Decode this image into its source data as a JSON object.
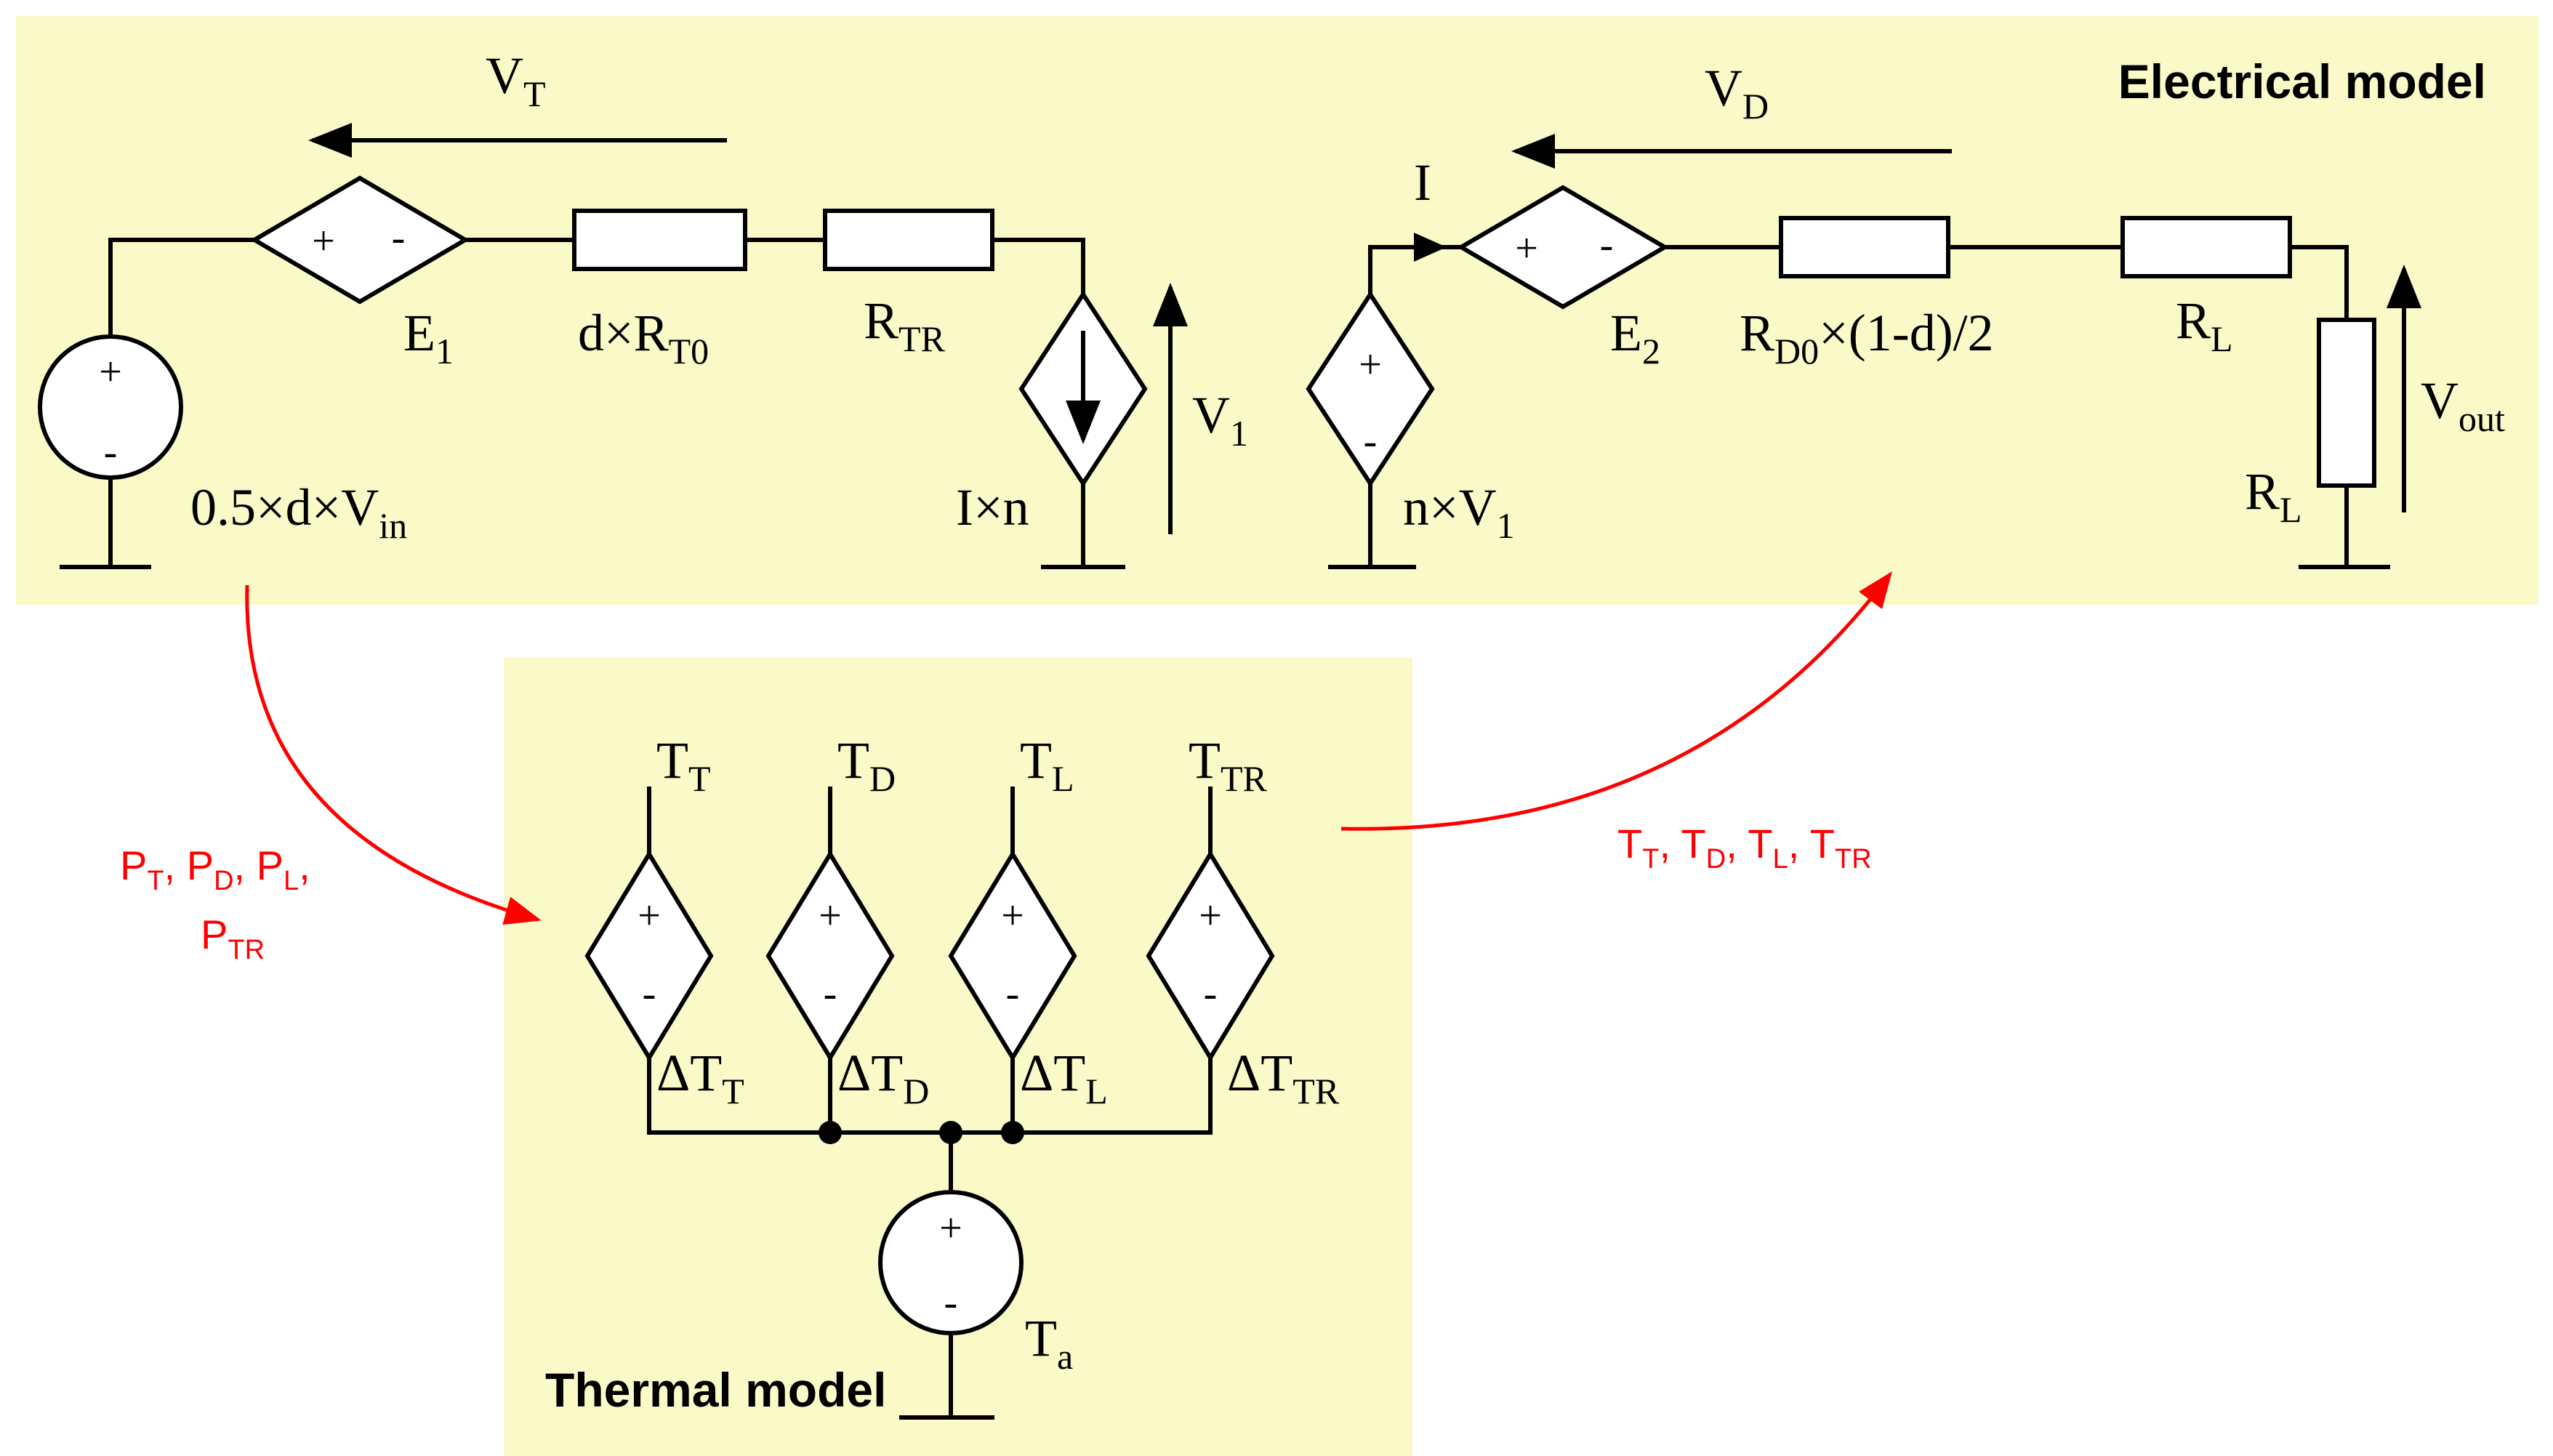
{
  "colors": {
    "panel_fill": "#fafac8",
    "wire": "#000000",
    "flow_arrow": "#ff0000"
  },
  "electrical": {
    "title": "Electrical model",
    "vt": {
      "main": "V",
      "sub": "T"
    },
    "vd": {
      "main": "V",
      "sub": "D"
    },
    "current_label": "I",
    "e1": {
      "main": "E",
      "sub": "1"
    },
    "e2": {
      "main": "E",
      "sub": "2"
    },
    "rt0": {
      "main": "d×R",
      "sub": "T0"
    },
    "rtr": {
      "main": "R",
      "sub": "TR"
    },
    "rd0": {
      "main": "R",
      "sub": "D0",
      "tail": "×(1-d)/2"
    },
    "rl_series": {
      "main": "R",
      "sub": "L"
    },
    "rl_load": {
      "main": "R",
      "sub": "L"
    },
    "v1": {
      "main": "V",
      "sub": "1"
    },
    "vout": {
      "main": "V",
      "sub": "out"
    },
    "source_in": {
      "main": "0.5×d×V",
      "sub": "in"
    },
    "i_times_n": "I×n",
    "n_times_v1": {
      "main": "n×V",
      "sub": "1"
    },
    "plus": "+",
    "minus": "-"
  },
  "thermal": {
    "title": "Thermal model",
    "t_labels": [
      {
        "main": "T",
        "sub": "T"
      },
      {
        "main": "T",
        "sub": "D"
      },
      {
        "main": "T",
        "sub": "L"
      },
      {
        "main": "T",
        "sub": "TR"
      }
    ],
    "dt_labels": [
      {
        "main": "ΔT",
        "sub": "T"
      },
      {
        "main": "ΔT",
        "sub": "D"
      },
      {
        "main": "ΔT",
        "sub": "L"
      },
      {
        "main": "ΔT",
        "sub": "TR"
      }
    ],
    "ta": {
      "main": "T",
      "sub": "a"
    }
  },
  "flows": {
    "powers_line1": [
      {
        "main": "P",
        "sub": "T"
      },
      {
        "main": "P",
        "sub": "D"
      },
      {
        "main": "P",
        "sub": "L"
      }
    ],
    "powers_line2": {
      "main": "P",
      "sub": "TR"
    },
    "temps": [
      {
        "main": "T",
        "sub": "T"
      },
      {
        "main": "T",
        "sub": "D"
      },
      {
        "main": "T",
        "sub": "L"
      },
      {
        "main": "T",
        "sub": "TR"
      }
    ],
    "separator": ", "
  }
}
